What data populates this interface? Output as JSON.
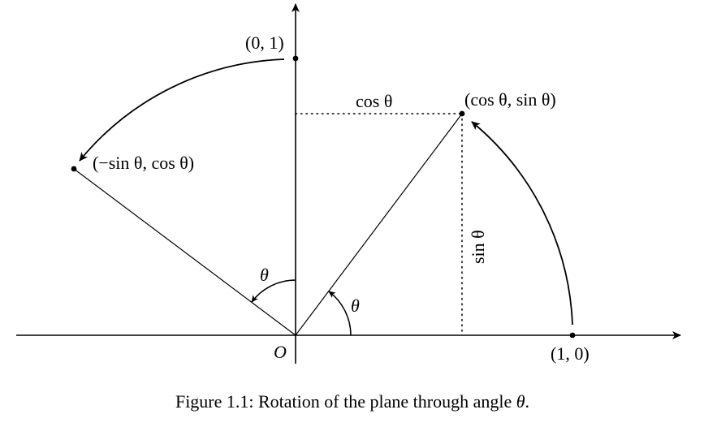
{
  "labels": {
    "origin": "O",
    "point_x_axis": "(1, 0)",
    "point_y_axis": "(0, 1)",
    "point_rotated": "(cos θ, sin θ)",
    "point_rotated_perp": "(−sin θ, cos θ)",
    "segment_horizontal": "cos θ",
    "segment_vertical": "sin θ",
    "angle_lower": "θ",
    "angle_upper": "θ"
  },
  "caption": {
    "prefix": "Figure 1.1: Rotation of the plane through angle ",
    "symbol": "θ",
    "suffix": "."
  },
  "colors": {
    "stroke": "#000000",
    "background": "#ffffff"
  }
}
